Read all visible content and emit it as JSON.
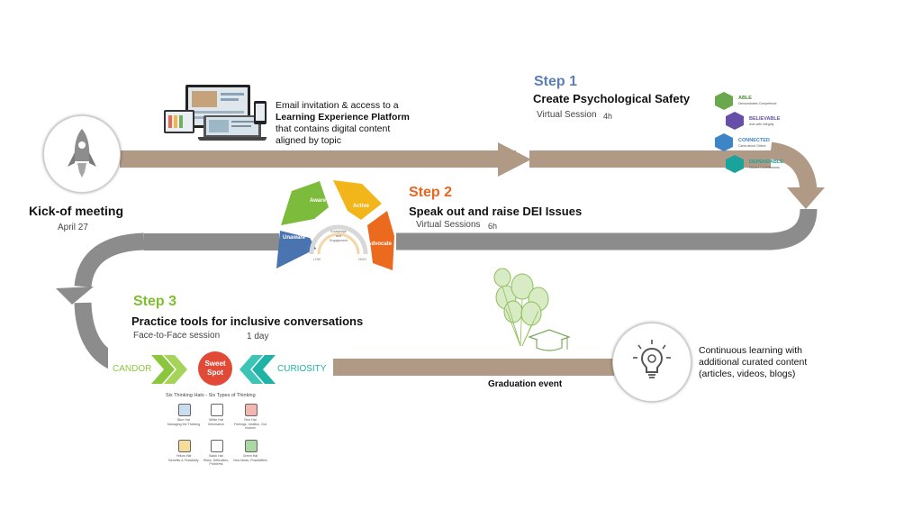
{
  "kickoff": {
    "title": "Kick-of  meeting",
    "date": "April 27"
  },
  "email": {
    "line1": "Email invitation & access to a",
    "line2_bold": "Learning Experience Platform",
    "line3": "that contains digital content",
    "line4": "aligned by topic"
  },
  "step1": {
    "label": "Step 1",
    "title": "Create Psychological  Safety",
    "session": "Virtual Session",
    "duration": "4h",
    "badges": [
      {
        "name": "ABLE",
        "sub": "Demonstrates Competence",
        "color": "#6aa84f"
      },
      {
        "name": "BELIEVABLE",
        "sub": "Acts with Integrity",
        "color": "#674ea7"
      },
      {
        "name": "CONNECTED",
        "sub": "Cares about Others",
        "color": "#3d85c6"
      },
      {
        "name": "DEPENDABLE",
        "sub": "Honors Commitments",
        "color": "#1aa39a"
      }
    ]
  },
  "step2": {
    "label": "Step 2",
    "title": "Speak out and raise DEI Issues",
    "session": "Virtual Sessions",
    "duration": "6h",
    "gauge": {
      "segments": [
        {
          "label": "Unaware",
          "color": "#4a74b0"
        },
        {
          "label": "Aware",
          "color": "#7dbb3c"
        },
        {
          "label": "Active",
          "color": "#f2b61a"
        },
        {
          "label": "Advocate",
          "color": "#ec6a1e"
        }
      ],
      "center_line1": "Knowledge",
      "center_line2": "and",
      "center_line3": "Engagement",
      "low": "LOW",
      "high": "HIGH"
    }
  },
  "step3": {
    "label": "Step 3",
    "title": "Practice tools for inclusive conversations",
    "session": "Face-to-Face  session",
    "duration": "1 day",
    "candor": "CANDOR",
    "sweet1": "Sweet",
    "sweet2": "Spot",
    "curiosity": "CURIOSITY",
    "hats_title": "Six Thinking Hats - Six Types of Thinking",
    "hats": [
      {
        "name": "Blue Hat",
        "desc": "Managing the Thinking",
        "color": "#c9dcf2"
      },
      {
        "name": "White Hat",
        "desc": "Information",
        "color": "#ffffff"
      },
      {
        "name": "Red Hat",
        "desc": "Feelings, Intuition, Gut Instinct",
        "color": "#f4b6b0"
      },
      {
        "name": "Yellow Hat",
        "desc": "Benefits & Feasibility",
        "color": "#f7dd9a"
      },
      {
        "name": "Black Hat",
        "desc": "Risks, Difficulties, Problems",
        "color": "#ffffff"
      },
      {
        "name": "Green Hat",
        "desc": "New Ideas, Possibilities",
        "color": "#a9d8a0"
      }
    ]
  },
  "graduation": {
    "label": "Graduation event"
  },
  "continuous": {
    "line1": "Continuous learning with",
    "line2": "additional curated content",
    "line3": "(articles, videos, blogs)"
  },
  "colors": {
    "path_brown": "#b09a85",
    "path_gray": "#8c8c8c",
    "step1_blue": "#5b7fb5",
    "step2_orange": "#e8661f",
    "step3_green": "#7fbf2f"
  }
}
